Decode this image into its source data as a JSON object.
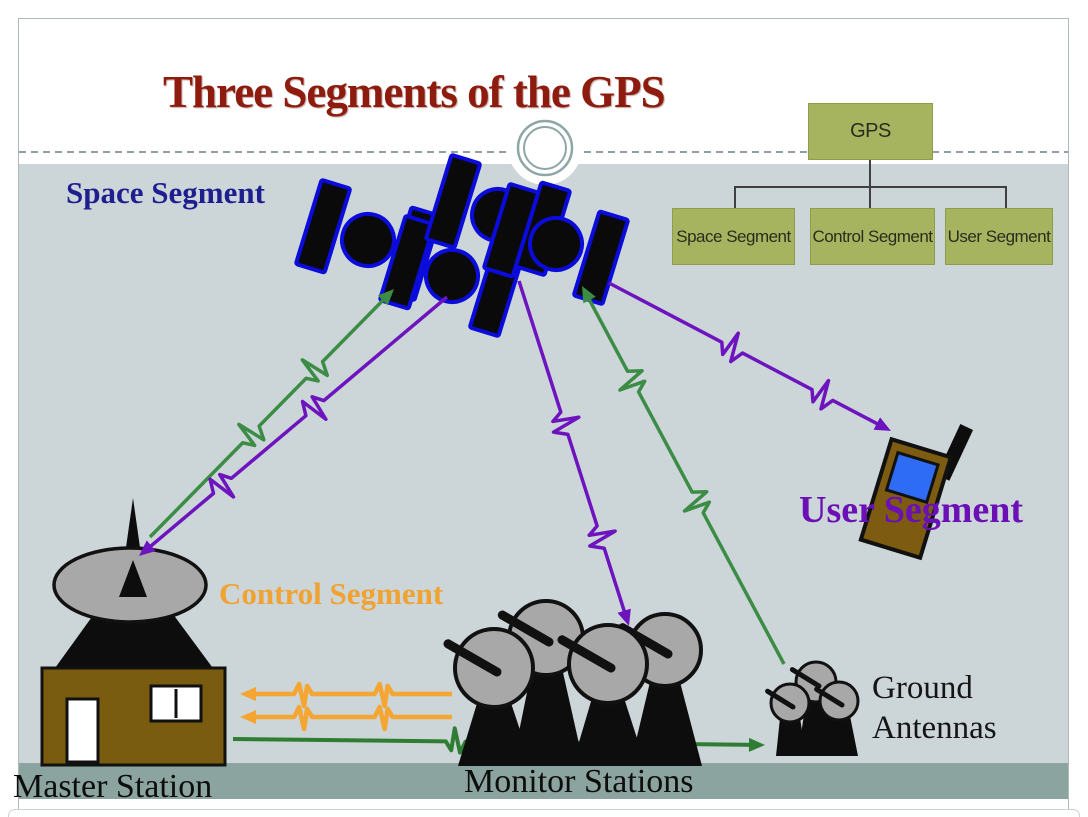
{
  "slide": {
    "title": "Three Segments of the GPS",
    "labels": {
      "space": "Space Segment",
      "control": "Control Segment",
      "user": "User Segment",
      "master": "Master Station",
      "monitor": "Monitor Stations",
      "ground_line1": "Ground",
      "ground_line2": "Antennas"
    },
    "org_chart": {
      "root": "GPS",
      "children": [
        "Space Segment",
        "Control Segment",
        "User Segment"
      ]
    },
    "colors": {
      "background_sky": "#ccd5d8",
      "ground_band": "#8ba49f",
      "title_red": "#8e1c0e",
      "space_navy": "#1e1e8f",
      "control_orange": "#f0a233",
      "user_purple": "#6a10b5",
      "arrow_green": "#3c8c46",
      "arrow_green_dark": "#2f7d32",
      "arrow_purple": "#6e14be",
      "arrow_orange": "#f5a532",
      "satellite_blue": "#0b0bdc",
      "dish_gray": "#a8a8a8",
      "house_brown": "#7a5c10",
      "olive_box": "#a6b45f"
    }
  }
}
